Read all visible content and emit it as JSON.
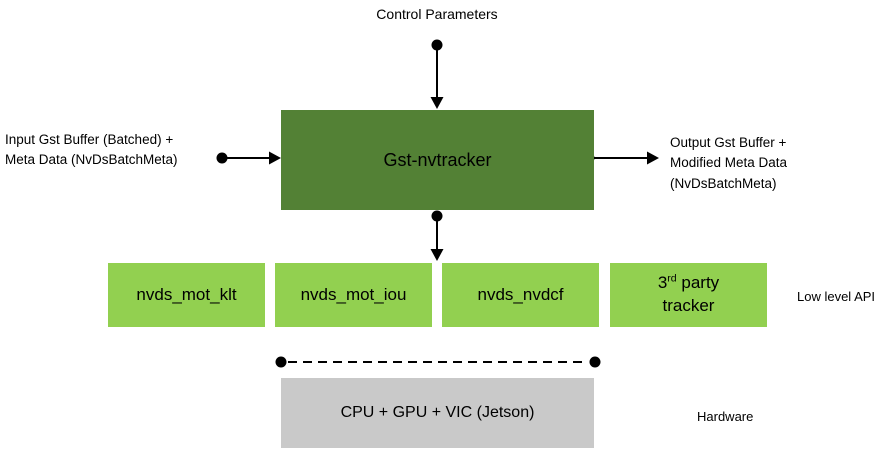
{
  "colors": {
    "main_box_green": "#538135",
    "module_box_green": "#92D050",
    "hardware_box_gray": "#C9C9C9",
    "connector_black": "#000000"
  },
  "labels": {
    "control_parameters": "Control Parameters",
    "input": "Input Gst Buffer (Batched) +\nMeta Data (NvDsBatchMeta)",
    "output": "Output Gst Buffer +\nModified Meta Data\n(NvDsBatchMeta)",
    "low_level_api": "Low level API",
    "hardware": "Hardware"
  },
  "main_box": {
    "label": "Gst-nvtracker"
  },
  "low_level": {
    "boxes": [
      {
        "label": "nvds_mot_klt"
      },
      {
        "label": "nvds_mot_iou"
      },
      {
        "label": "nvds_nvdcf"
      },
      {
        "label_pre": "3",
        "label_sup": "rd",
        "label_post": " party",
        "label_line2": "tracker"
      }
    ]
  },
  "hardware_box": {
    "label": "CPU + GPU + VIC (Jetson)"
  }
}
